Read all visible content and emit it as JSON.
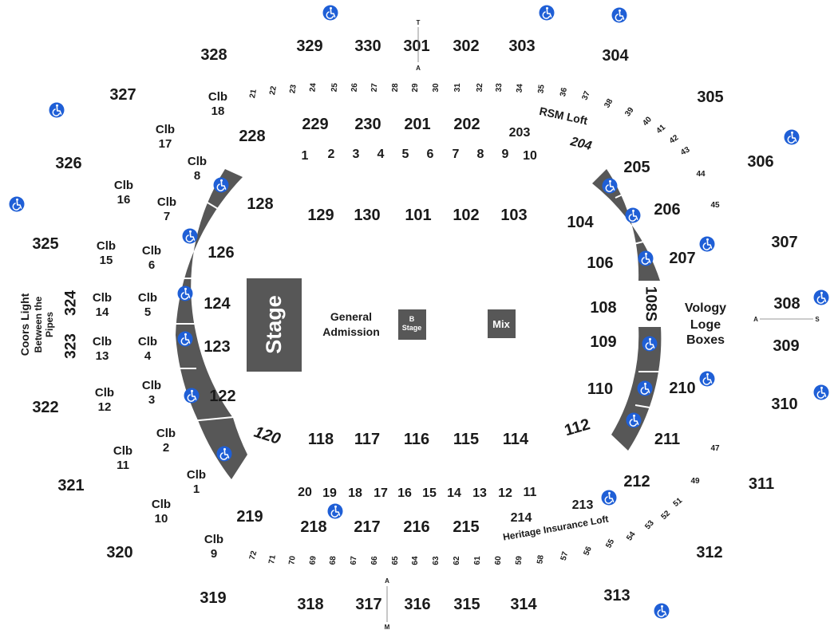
{
  "sections_300": {
    "s301": "301",
    "s302": "302",
    "s303": "303",
    "s304": "304",
    "s305": "305",
    "s306": "306",
    "s307": "307",
    "s308": "308",
    "s309": "309",
    "s310": "310",
    "s311": "311",
    "s312": "312",
    "s313": "313",
    "s314": "314",
    "s315": "315",
    "s316": "316",
    "s317": "317",
    "s318": "318",
    "s319": "319",
    "s320": "320",
    "s321": "321",
    "s322": "322",
    "s323": "323",
    "s324": "324",
    "s325": "325",
    "s326": "326",
    "s327": "327",
    "s328": "328",
    "s329": "329",
    "s330": "330"
  },
  "sections_200": {
    "s201": "201",
    "s202": "202",
    "s203": "203",
    "s204": "204",
    "s205": "205",
    "s206": "206",
    "s207": "207",
    "s210": "210",
    "s211": "211",
    "s212": "212",
    "s213": "213",
    "s214": "214",
    "s215": "215",
    "s216": "216",
    "s217": "217",
    "s218": "218",
    "s219": "219",
    "s228": "228",
    "s229": "229",
    "s230": "230"
  },
  "sections_100": {
    "s101": "101",
    "s102": "102",
    "s103": "103",
    "s104": "104",
    "s106": "106",
    "s108": "108",
    "s108s": "108S",
    "s109": "109",
    "s110": "110",
    "s112": "112",
    "s114": "114",
    "s115": "115",
    "s116": "116",
    "s117": "117",
    "s118": "118",
    "s120": "120",
    "s122": "122",
    "s123": "123",
    "s124": "124",
    "s126": "126",
    "s128": "128",
    "s129": "129",
    "s130": "130"
  },
  "rows_top": [
    "1",
    "2",
    "3",
    "4",
    "5",
    "6",
    "7",
    "8",
    "9",
    "10"
  ],
  "rows_bottom": [
    "20",
    "19",
    "18",
    "17",
    "16",
    "15",
    "14",
    "13",
    "12",
    "11"
  ],
  "club": {
    "clb": "Clb",
    "n1": "1",
    "n2": "2",
    "n3": "3",
    "n4": "4",
    "n5": "5",
    "n6": "6",
    "n7": "7",
    "n8": "8",
    "n9": "9",
    "n10": "10",
    "n11": "11",
    "n12": "12",
    "n13": "13",
    "n14": "14",
    "n15": "15",
    "n16": "16",
    "n17": "17",
    "n18": "18"
  },
  "boxes_top": [
    "21",
    "22",
    "23",
    "24",
    "25",
    "26",
    "27",
    "28",
    "29",
    "30",
    "31",
    "32",
    "33",
    "34",
    "35",
    "36",
    "37",
    "38",
    "39",
    "40",
    "41",
    "42",
    "43",
    "44",
    "45"
  ],
  "boxes_bottom": [
    "72",
    "71",
    "70",
    "69",
    "68",
    "67",
    "66",
    "65",
    "64",
    "63",
    "62",
    "61",
    "60",
    "59",
    "58",
    "57",
    "56",
    "55",
    "54",
    "53",
    "52",
    "51",
    "49",
    "47"
  ],
  "floor": {
    "stage": "Stage",
    "ga_line1": "General",
    "ga_line2": "Admission",
    "b_line1": "B",
    "b_line2": "Stage",
    "mix": "Mix"
  },
  "labels": {
    "rsm_loft": "RSM Loft",
    "heritage_loft": "Heritage Insurance Loft",
    "vology1": "Vology",
    "vology2": "Loge",
    "vology3": "Boxes",
    "coors1": "Coors Light",
    "coors2": "Between the",
    "coors3": "Pipes"
  },
  "markers": {
    "top_t": "T",
    "top_a": "A",
    "right_a": "A",
    "right_s": "S",
    "bottom_a": "A",
    "bottom_m": "M"
  },
  "colors": {
    "floor_block": "#575757",
    "accessibility": "#1f5fd6",
    "text": "#1a1a1a"
  },
  "accessible_icon": "wheelchair-icon"
}
